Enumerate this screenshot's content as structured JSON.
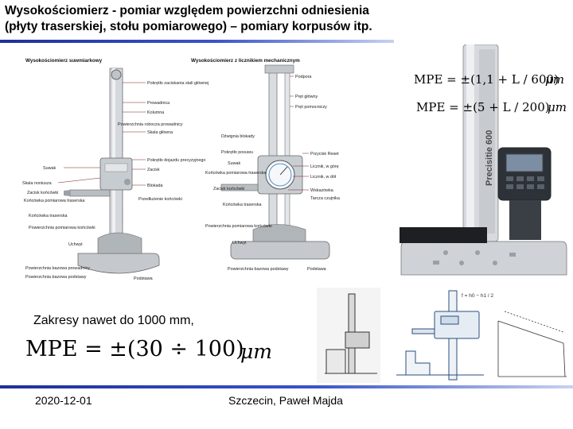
{
  "slide": {
    "title": "Wysokościomierz - pomiar względem powierzchni odniesienia (płyty traserskiej, stołu pomiarowego) – pomiary korpusów itp.",
    "range_text": "Zakresy nawet do 1000 mm,",
    "mpe_main": "MPE = ±(30 ÷ 100)",
    "mpe_main_unit": "μm",
    "mpe_formula_1": "MPE = ±(1,1 + L / 600)",
    "mpe_formula_1_unit": "μm",
    "mpe_formula_2": "MPE = ±(5 + L / 200)",
    "mpe_formula_2_unit": "μm",
    "footer_date": "2020-12-01",
    "footer_author": "Szczecin, Paweł Majda"
  },
  "diagram": {
    "header_left": "Wysokościomierz suwmiarkowy",
    "header_right": "Wysokościomierz z licznikiem mechanicznym",
    "left_labels": [
      "Pokrętło zaciskania stali głównej",
      "Prowadnica",
      "Kolumna",
      "Powierzchnia robocza prowadnicy",
      "Skala główna",
      "Pokrętło dojazdu precyzyjnego",
      "Zacisk",
      "Blokada",
      "Przedłużenie końcówki",
      "Suwak",
      "Skala noniusza",
      "Zacisk końcówki",
      "Końcówka pomiarowa traserska",
      "Końcówka traserska",
      "Powierzchnia pomiarowa końcówki",
      "Uchwyt",
      "Powierzchnia bazowa prowadnicy",
      "Powierzchnia bazowa podstawy",
      "Podstawa"
    ],
    "right_labels": [
      "Podpora",
      "Pręt główny",
      "Pręt pomocniczy",
      "Dźwignia blokady",
      "Pokrętło posuwu",
      "Suwak",
      "Końcówka pomiarowa traserska",
      "Zacisk końcówki",
      "Końcówka traserska",
      "Powierzchnia pomiarowa końcówki",
      "Uchwyt",
      "Przycisk Reset",
      "Licznik, w górę",
      "Licznik, w dół",
      "Wskazówka",
      "Tarcza czujnika",
      "Powierzchnia bazowa podstawy",
      "Podstawa"
    ]
  },
  "photo": {
    "brand": "Precisitie 600"
  },
  "small_diagram": {
    "formula": "f = h0 − h1 / 2"
  }
}
